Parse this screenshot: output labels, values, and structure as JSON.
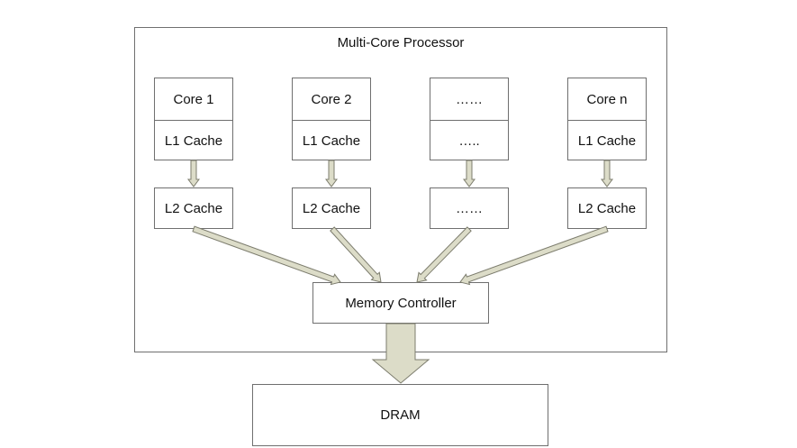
{
  "processor": {
    "title": "Multi-Core Processor"
  },
  "cores": [
    {
      "top_label": "Core 1",
      "l1_label": "L1 Cache",
      "l2_label": "L2 Cache"
    },
    {
      "top_label": "Core 2",
      "l1_label": "L1 Cache",
      "l2_label": "L2 Cache"
    },
    {
      "top_label": "……",
      "l1_label": "…..",
      "l2_label": "……"
    },
    {
      "top_label": "Core n",
      "l1_label": "L1 Cache",
      "l2_label": "L2 Cache"
    }
  ],
  "memory_controller": {
    "label": "Memory Controller"
  },
  "dram": {
    "label": "DRAM"
  },
  "colors": {
    "arrow_fill": "#dcdcc8",
    "arrow_stroke": "#7d7d6e",
    "border": "#6f6f6f"
  }
}
